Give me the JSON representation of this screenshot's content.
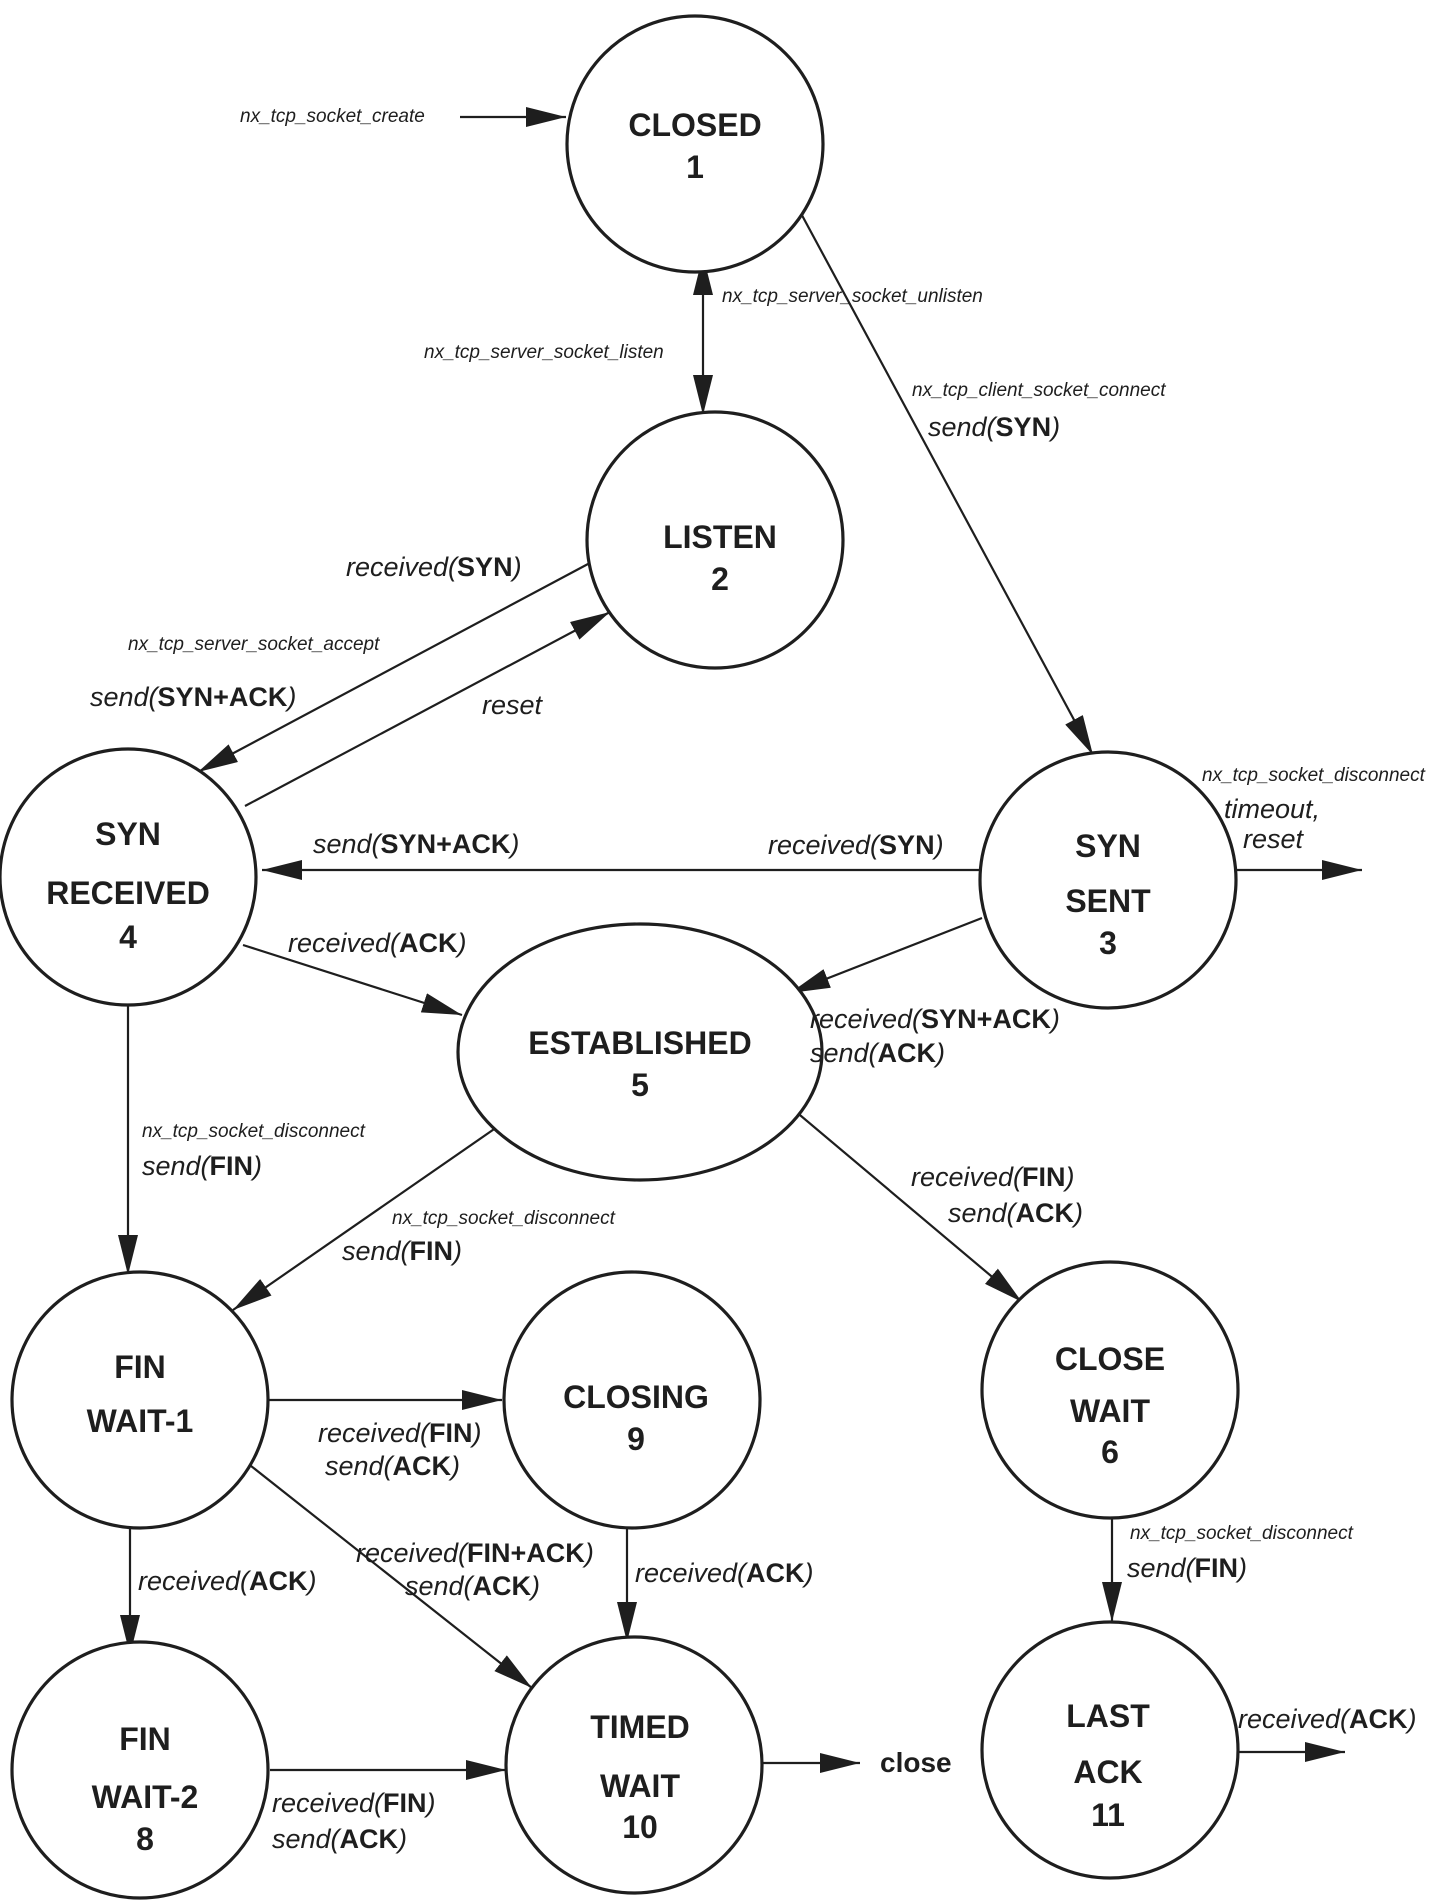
{
  "states": {
    "closed": {
      "name": "CLOSED",
      "num": "1"
    },
    "listen": {
      "name": "LISTEN",
      "num": "2"
    },
    "syn_sent": {
      "name1": "SYN",
      "name2": "SENT",
      "num": "3"
    },
    "syn_received": {
      "name1": "SYN",
      "name2": "RECEIVED",
      "num": "4"
    },
    "established": {
      "name": "ESTABLISHED",
      "num": "5"
    },
    "close_wait": {
      "name1": "CLOSE",
      "name2": "WAIT",
      "num": "6"
    },
    "fin_wait_1": {
      "name1": "FIN",
      "name2": "WAIT-1"
    },
    "fin_wait_2": {
      "name1": "FIN",
      "name2": "WAIT-2",
      "num": "8"
    },
    "closing": {
      "name": "CLOSING",
      "num": "9"
    },
    "timed_wait": {
      "name1": "TIMED",
      "name2": "WAIT",
      "num": "10"
    },
    "last_ack": {
      "name1": "LAST",
      "name2": "ACK",
      "num": "11"
    }
  },
  "labels": {
    "socket_create": "nx_tcp_socket_create",
    "server_unlisten": "nx_tcp_server_socket_unlisten",
    "server_listen": "nx_tcp_server_socket_listen",
    "client_connect": "nx_tcp_client_socket_connect",
    "server_accept": "nx_tcp_server_socket_accept",
    "disconnect_synsent": "nx_tcp_socket_disconnect",
    "disconnect_synrcvd": "nx_tcp_socket_disconnect",
    "disconnect_established": "nx_tcp_socket_disconnect",
    "disconnect_closewait": "nx_tcp_socket_disconnect",
    "reset": "reset",
    "timeout": "timeout,",
    "reset2": "reset",
    "close": "close"
  },
  "words": {
    "send": "send(",
    "received": "received(",
    "close_paren": ")",
    "SYN": "SYN",
    "ACK": "ACK",
    "FIN": "FIN",
    "SYN_ACK": "SYN+ACK",
    "FIN_ACK": "FIN+ACK"
  }
}
